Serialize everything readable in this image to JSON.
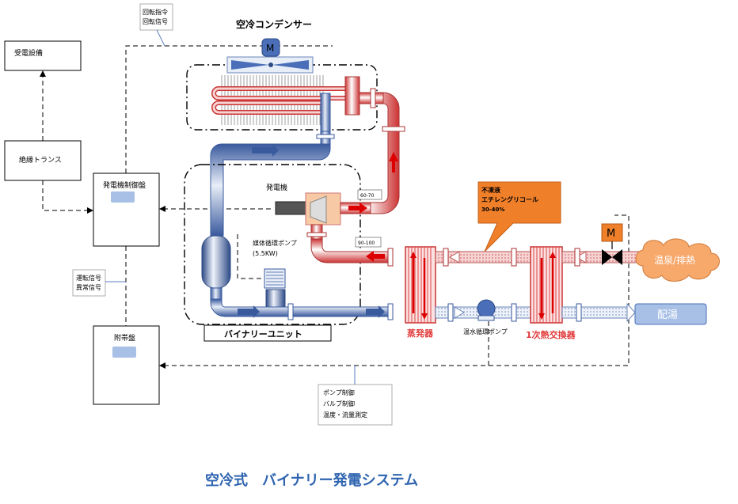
{
  "title": "空冷式　バイナリー発電システム",
  "boxes": {
    "power_receiving": "受電設備",
    "transformer": "絶縁トランス",
    "generator_panel": "発電機制御盤",
    "aux_panel": "附帯盤"
  },
  "notes": {
    "rotation_signal": [
      "回転指令",
      "回転信号"
    ],
    "operation_signal": [
      "運転信号",
      "異常信号"
    ],
    "control": [
      "ポンプ制御",
      "バルブ制御",
      "温度・流量測定"
    ]
  },
  "labels": {
    "condenser": "空冷コンデンサー",
    "motor": "M",
    "valve_motor": "M",
    "generator": "発電機",
    "medium_pump": [
      "媒体循環ポンプ",
      "(5.5KW)"
    ],
    "binary_unit": "バイナリーユニット",
    "evaporator": "蒸発器",
    "warm_water_pump": "温水循環ポンプ",
    "primary_hx": "1次熱交換器",
    "hot_spring": "温泉/排熱",
    "hot_water_supply": "配湯"
  },
  "antifreeze": [
    "不凍液",
    "エチレングリコール",
    "30-40%"
  ],
  "temps": {
    "t1": "60-70",
    "t2": "90-100"
  },
  "colors": {
    "pipe_red": "#e13a3a",
    "pipe_pink": "#f3c9c9",
    "pipe_blue": "#4a6fb8",
    "pipe_lightblue": "#dbe4f4",
    "callout_orange": "#f07f2a",
    "motor_blue": "#4a6fb8",
    "title_blue": "#2e64b0",
    "cloud_orange": "#f7a86b",
    "indicator_blue": "#a8c0e6"
  },
  "icons": [
    "motor-icon",
    "fan-icon",
    "pump-icon",
    "valve-icon",
    "cloud-icon",
    "arrow-icon"
  ]
}
